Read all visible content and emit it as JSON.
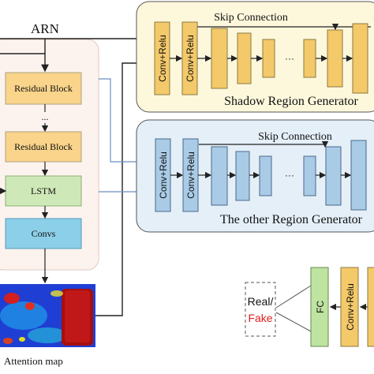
{
  "labels": {
    "arn": "ARN",
    "residual_block": "Residual Block",
    "dots": "...",
    "lstm": "LSTM",
    "convs": "Convs",
    "attention_map": "Attention map",
    "skip_connection": "Skip Connection",
    "conv_relu": "Conv+Relu",
    "ellipsis": "···",
    "shadow_generator": "Shadow Region Generator",
    "other_generator": "The other Region Generator",
    "real": "Real/",
    "fake": "Fake",
    "fc": "FC"
  },
  "colors": {
    "arn_panel": "#fdf3ee",
    "block_orange": "#f9d48a",
    "block_green": "#cfe8b8",
    "block_blue": "#8ccfe8",
    "shadow_panel": "#fdf8dc",
    "other_panel": "#e4eff8",
    "orange_block": "#f4c96a",
    "blue_block": "#a9cbe6",
    "disc_green": "#bfe3a0",
    "fake_red": "#e02020"
  }
}
